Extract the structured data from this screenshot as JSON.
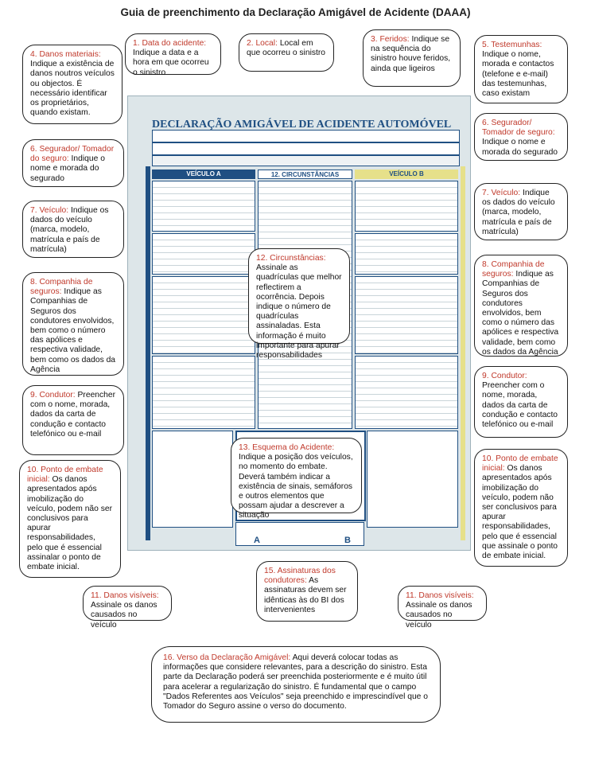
{
  "title": "Guia de preenchimento da Declaração Amigável de Acidente (DAAA)",
  "form": {
    "title": "DECLARAÇÃO AMIGÁVEL DE ACIDENTE AUTOMÓVEL",
    "vehicle_a": "VEÍCULO A",
    "vehicle_b": "VEÍCULO B",
    "circumstances": "12. CIRCUNSTÂNCIAS",
    "letter_a": "A",
    "letter_b": "B"
  },
  "callouts": [
    {
      "heading": "1. Data do acidente:",
      "body": "Indique a data e a hora em que ocorreu o sinistro"
    },
    {
      "heading": "2. Local:",
      "body": "Local em que ocorreu o sinistro"
    },
    {
      "heading": "3. Feridos:",
      "body": "Indique se na sequência do sinistro houve feridos, ainda que ligeiros"
    },
    {
      "heading": "4. Danos materiais:",
      "body": "Indique a existência de danos noutros veículos ou objectos. É necessário identificar os proprietários, quando existam."
    },
    {
      "heading": "5. Testemunhas:",
      "body": "Indique o nome, morada e contactos (telefone e e-mail) das testemunhas, caso existam"
    },
    {
      "heading": "6. Segurador/ Tomador do seguro:",
      "body": "Indique o nome e morada do segurado"
    },
    {
      "heading": "6. Segurador/ Tomador de seguro:",
      "body": "Indique o nome e morada do segurado"
    },
    {
      "heading": "7. Veículo:",
      "body": "Indique os dados do veículo (marca, modelo, matrícula e país de matrícula)"
    },
    {
      "heading": "7. Veículo:",
      "body": "Indique os dados do veículo (marca, modelo, matrícula e país de matrícula)"
    },
    {
      "heading": "12. Circunstâncias:",
      "body": "Assinale as quadrículas que melhor reflectirem a ocorrência. Depois indique o número de quadrículas assinaladas. Esta informação é muito importante para apurar responsabilidades"
    },
    {
      "heading": "8. Companhia de seguros:",
      "body": "Indique as Companhias de Seguros dos condutores envolvidos, bem como o número das apólices e respectiva validade, bem como os dados da Agência"
    },
    {
      "heading": "8. Companhia de seguros:",
      "body": "Indique as Companhias de Seguros dos condutores envolvidos, bem como o número das apólices e respectiva validade, bem como os dados da Agência"
    },
    {
      "heading": "9. Condutor:",
      "body": "Preencher com o nome, morada, dados da carta de condução e contacto telefónico ou e-mail"
    },
    {
      "heading": "9. Condutor:",
      "body": "Preencher com o nome, morada, dados da carta de condução e contacto telefónico ou e-mail"
    },
    {
      "heading": "13. Esquema do Acidente:",
      "body": "Indique a posição dos veículos, no momento do embate. Deverá também indicar a existência de sinais, semáforos e outros elementos que possam ajudar a descrever a situação"
    },
    {
      "heading": "10. Ponto de embate inicial:",
      "body": "Os danos apresentados após imobilização do veículo, podem não ser conclusivos para apurar responsabilidades, pelo que é essencial assinalar o ponto de embate inicial."
    },
    {
      "heading": "10. Ponto de embate inicial:",
      "body": "Os danos apresentados após imobilização do veículo, podem não ser conclusivos para apurar responsabilidades, pelo que é essencial que assinale o ponto de embate inicial."
    },
    {
      "heading": "11. Danos visíveis:",
      "body": "Assinale os danos causados no veículo"
    },
    {
      "heading": "11. Danos visíveis:",
      "body": "Assinale os danos causados no veículo"
    },
    {
      "heading": "15. Assinaturas dos condutores:",
      "body": "As assinaturas devem ser idênticas às do BI dos intervenientes"
    },
    {
      "heading": "16. Verso da Declaração Amigável:",
      "body": "Aqui deverá colocar todas as informações que considere relevantes, para a descrição do sinistro. Esta parte da Declaração poderá ser preenchida posteriormente e é muito útil para acelerar a regularização do sinistro. É fundamental que o campo \"Dados Referentes aos Veículos\" seja preenchido e imprescindível que o Tomador do Seguro assine o verso do documento."
    }
  ]
}
